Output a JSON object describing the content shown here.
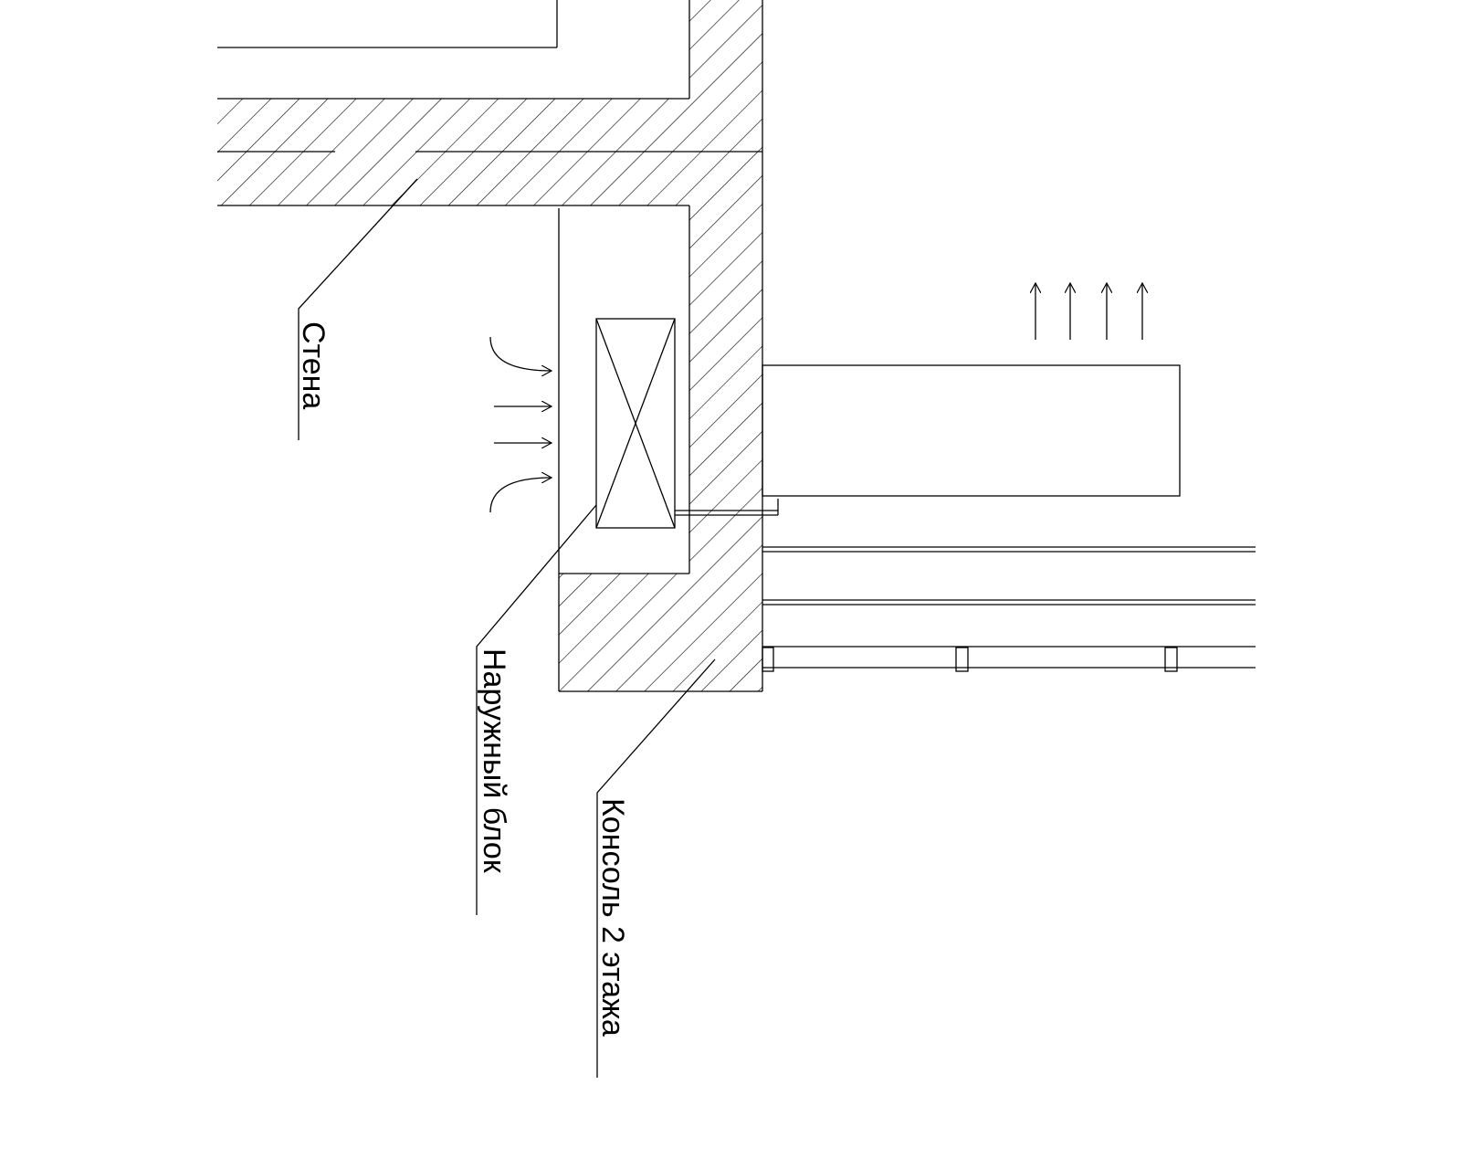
{
  "labels": {
    "wall": "Стена",
    "outdoor_unit": "Наружный блок",
    "console": "Консоль 2 этажа"
  },
  "colors": {
    "line": "#000000",
    "background": "#ffffff"
  }
}
